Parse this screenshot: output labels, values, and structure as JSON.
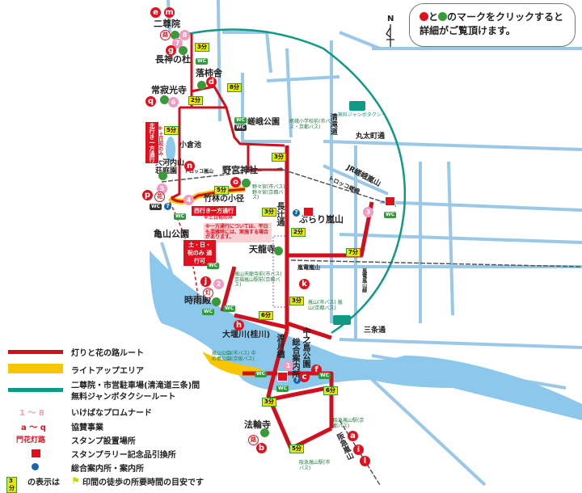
{
  "notice": {
    "text_and": "と",
    "text_line1_rest": "のマークをクリックすると",
    "text_line2": "詳細がご覧頂けます。",
    "red": "#e0101e",
    "green": "#3a9a3a"
  },
  "compass": "N",
  "colors": {
    "route": "#d0101e",
    "lightup": "#f7c600",
    "taxi": "#109a86",
    "river": "#8cc8ec",
    "road": "#9cc8e8"
  },
  "places": {
    "nisonin": "二尊院",
    "nagakami": "長神の杜",
    "rakushisha": "落柿舎",
    "jojakko": "常寂光寺",
    "ogura": "小倉池",
    "okochi": "大河内山荘庭園",
    "torokko": "トロッコ嵐山",
    "nonomiya": "野宮神社",
    "chikurin": "竹林の小径",
    "kameyama": "亀山公園",
    "shigureden": "時雨殿",
    "oi": "大堰川(桂川)",
    "togetsu": "渡月橋",
    "nakanoshima": "中之島公園",
    "sogo": "総合案内所",
    "horinji": "法輪寺",
    "tenryuji": "天龍寺",
    "nagatsuji": "長辻通",
    "burari": "ぶらり嵐山",
    "randen": "嵐電嵐山",
    "randen_line": "嵐電嵐山線",
    "jr": "JR嵯峨嵐山",
    "torokko_saga": "トロッコ嵯峨",
    "sanjo": "三条通",
    "marutamachi": "丸太町通",
    "kiyotaki": "清滝道",
    "saga_park": "嵯峨公園",
    "taxi": "無料ジャンボタクシー",
    "hankyu": "阪急嵐山"
  },
  "bus_stops": {
    "saga_school": "嵯峨小学校前(市バス・京都バス)",
    "nonomiya": "野々宮(市バス) 野々宮(京都バス)",
    "tenryuji": "嵐山天龍寺前(市バス) 京福嵐山駅前(京都バス)",
    "arashiyama": "嵐山(市バス) 嵐山(京都バス)",
    "koen": "嵐山公園(市バス) 中の島公園(京阪バス)",
    "hankyu_kyoto": "阪急嵐山駅(京都バス)",
    "hankyu_city": "阪急嵐山駅(市バス)"
  },
  "signs": {
    "north_oneway": "北行き一方通行",
    "weekend_only": "※土日祝のみ",
    "west_oneway": "西行き一方通行",
    "weekend_only2": "※土日祝のみ",
    "oneway_note": "※一方通行については、平日も混雑時には、実施する場合があります。",
    "weekend_pass": "土・日・祝のみ 通行可"
  },
  "markers": {
    "e": "e",
    "m": "m",
    "g": "g",
    "d": "d",
    "q": "q",
    "n": "n",
    "o": "o",
    "p": "p",
    "j": "j",
    "h": "h",
    "k": "k",
    "c": "c",
    "f": "f",
    "b": "b",
    "a": "a",
    "i": "i",
    "l": "l",
    "p1": "1",
    "p2": "2",
    "p3": "3",
    "p4": "4",
    "p5": "5",
    "p6": "6",
    "p7": "7",
    "p8": "8",
    "st_ro": "路",
    "st_hana": "花",
    "st_to": "灯",
    "st_ro2": "路"
  },
  "minutes": {
    "m1": "3分",
    "m2": "8分",
    "m3": "2分",
    "m4": "5分",
    "m5": "3分",
    "m6": "5分",
    "m7": "3分",
    "m8": "2分",
    "m9": "7分",
    "m10": "3分",
    "m11": "6分",
    "m12": "6分",
    "m13": "3分",
    "m14": "5分"
  },
  "wc": "WC",
  "info": "?",
  "legend": {
    "route": "灯りと花の路ルート",
    "lightup": "ライトアップエリア",
    "taxi_line1": "二尊院・市営駐車場(清滝道三条)間",
    "taxi_line2": "無料ジャンボタクシールート",
    "promenade_sym": "1 ～ 8",
    "promenade": "いけばなプロムナード",
    "sponsor_sym": "a ～ q",
    "sponsor": "協賛事業",
    "stamp_sym": "門花灯路",
    "stamp": "スタンプ設置場所",
    "gift": "スタンプラリー記念品引換所",
    "info": "総合案内所・案内所",
    "minute_sym": "3分",
    "minute_text1": "の表示は",
    "minute_text2": "印間の徒歩の所要時間の目安です"
  }
}
